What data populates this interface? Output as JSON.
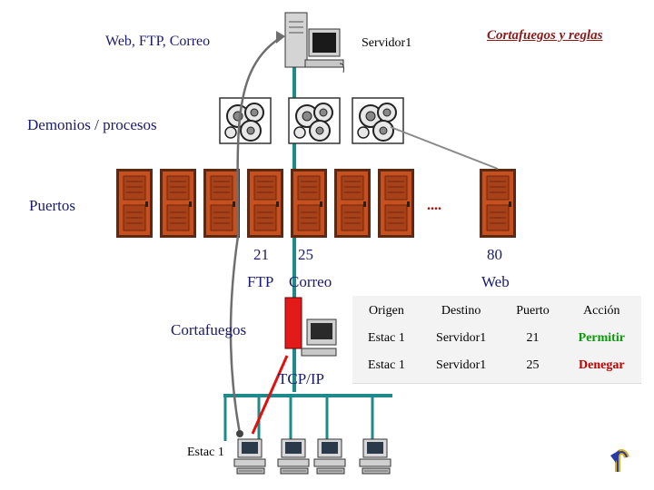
{
  "labels": {
    "services": "Web, FTP, Correo",
    "server": "Servidor1",
    "firewall_rules_link": "Cortafuegos y reglas",
    "daemons": "Demonios / procesos",
    "ports": "Puertos",
    "ellipsis": "....",
    "port_ftp_number": "21",
    "port_mail_number": "25",
    "port_web_number": "80",
    "port_ftp_name": "FTP",
    "port_mail_name": "Correo",
    "port_web_name": "Web",
    "firewall": "Cortafuegos",
    "tcpip": "TCP/IP",
    "client": "Estac 1"
  },
  "rules_table": {
    "headers": [
      "Origen",
      "Destino",
      "Puerto",
      "Acción"
    ],
    "rows": [
      {
        "origen": "Estac 1",
        "destino": "Servidor1",
        "puerto": "21",
        "accion": "Permitir",
        "status": "allow"
      },
      {
        "origen": "Estac 1",
        "destino": "Servidor1",
        "puerto": "25",
        "accion": "Denegar",
        "status": "deny"
      }
    ]
  },
  "colors": {
    "network": "#1f8a8a",
    "door": "#c8501e",
    "allow": "#0a9a0a",
    "deny": "#c00000",
    "path_gray": "#6e6e6e",
    "path_red": "#e01010"
  },
  "icons": {
    "server": "server-tower-icon",
    "daemon": "gears-icon",
    "door": "door-icon",
    "firewall": "firewall-computer-icon",
    "workstation": "desktop-computer-icon",
    "return": "return-arrow-icon"
  }
}
